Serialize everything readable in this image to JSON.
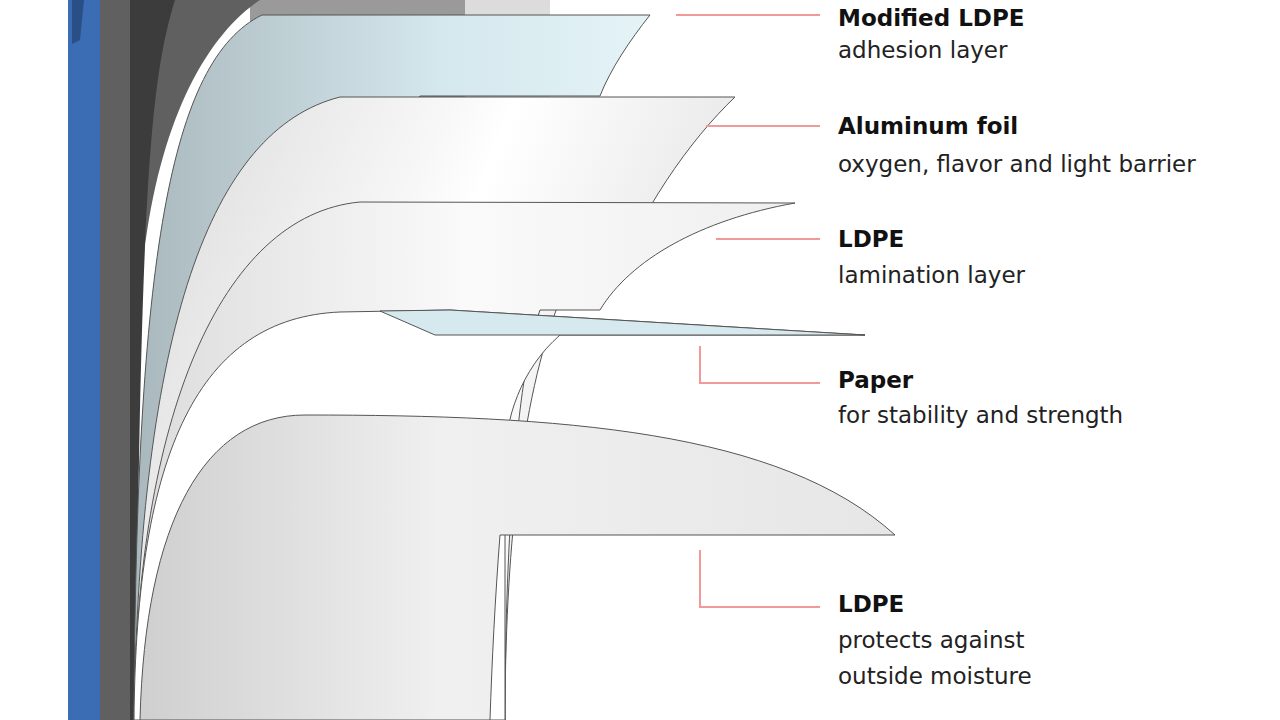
{
  "diagram": {
    "labels": [
      "Modified LDPE",
      "adhesion layer",
      "Aluminum foil",
      "oxygen, flavor and light barrier",
      "LDPE",
      "lamination layer",
      "Paper",
      "for stability and strength",
      "LDPE",
      "protects against outside moisture"
    ]
  }
}
